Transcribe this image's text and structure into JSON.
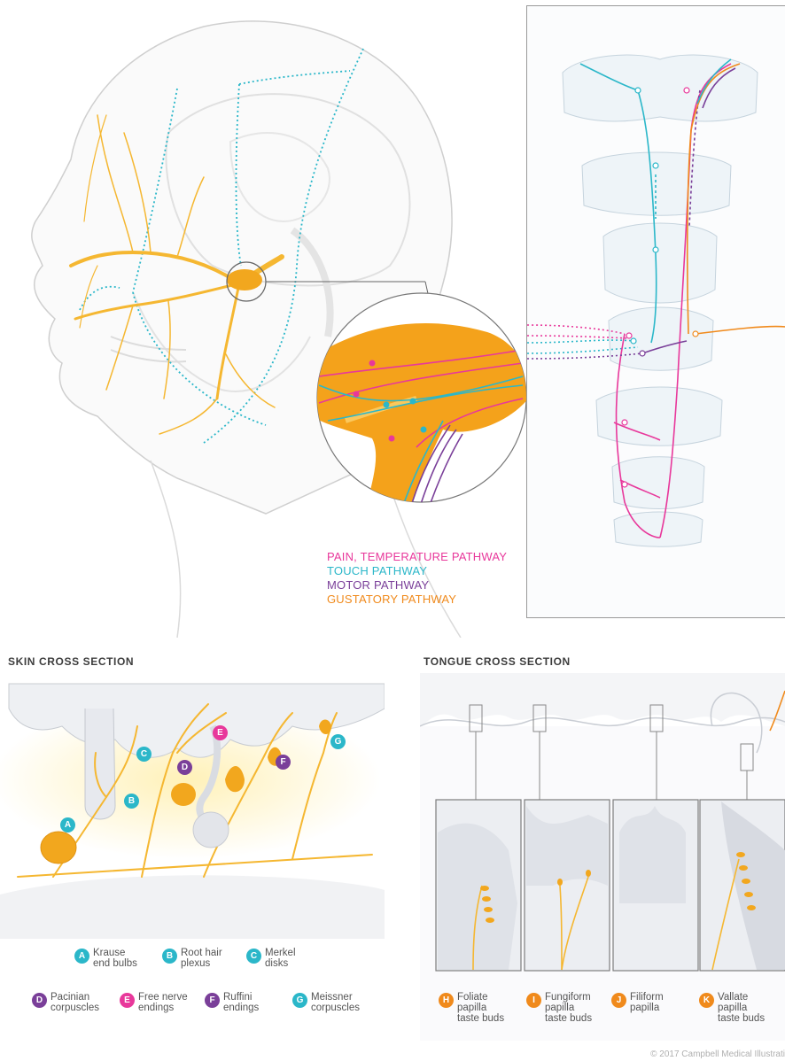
{
  "legend": {
    "pain": "PAIN, TEMPERATURE PATHWAY",
    "touch": "TOUCH PATHWAY",
    "motor": "MOTOR PATHWAY",
    "gustatory": "GUSTATORY PATHWAY"
  },
  "colors": {
    "pain": "#e8389b",
    "touch": "#2bb7c9",
    "motor": "#7a3f99",
    "gustatory": "#f08a1c",
    "nerve": "#f5b731"
  },
  "skin": {
    "title": "SKIN CROSS SECTION",
    "keys": [
      {
        "letter": "A",
        "label": "Krause\nend bulbs",
        "color": "#2bb7c9"
      },
      {
        "letter": "B",
        "label": "Root hair\nplexus",
        "color": "#2bb7c9"
      },
      {
        "letter": "C",
        "label": "Merkel\ndisks",
        "color": "#2bb7c9"
      },
      {
        "letter": "D",
        "label": "Pacinian\ncorpuscles",
        "color": "#7a3f99"
      },
      {
        "letter": "E",
        "label": "Free nerve\nendings",
        "color": "#e8389b"
      },
      {
        "letter": "F",
        "label": "Ruffini\nendings",
        "color": "#7a3f99"
      },
      {
        "letter": "G",
        "label": "Meissner\ncorpuscles",
        "color": "#2bb7c9"
      }
    ]
  },
  "tongue": {
    "title": "TONGUE CROSS SECTION",
    "keys": [
      {
        "letter": "H",
        "label": "Foliate\npapilla\ntaste buds",
        "color": "#f08a1c"
      },
      {
        "letter": "I",
        "label": "Fungiform\npapilla\ntaste buds",
        "color": "#f08a1c"
      },
      {
        "letter": "J",
        "label": "Filiform\npapilla",
        "color": "#f08a1c"
      },
      {
        "letter": "K",
        "label": "Vallate\npapilla\ntaste buds",
        "color": "#f08a1c"
      }
    ]
  },
  "copyright": "© 2017 Campbell Medical Illustrati"
}
